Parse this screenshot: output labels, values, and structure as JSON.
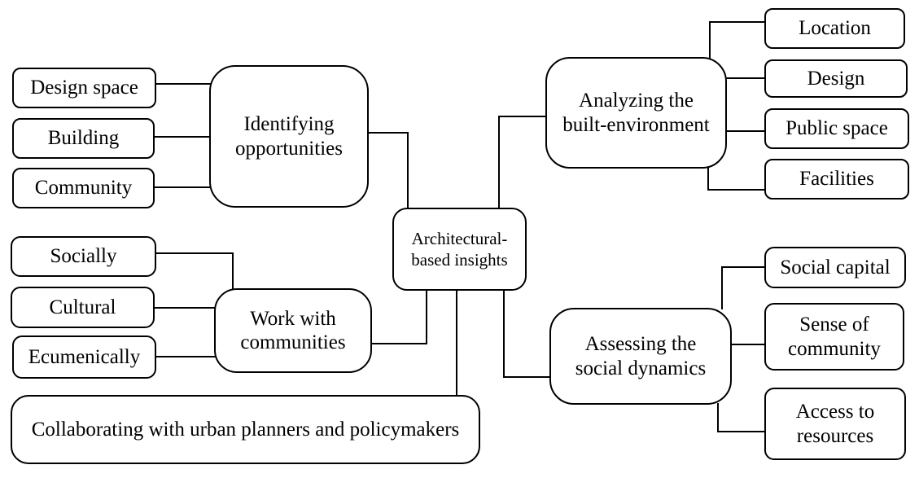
{
  "center_node": {
    "label": "Architectural-\nbased insights"
  },
  "branches": {
    "identifying": {
      "label": "Identifying\nopportunities",
      "leaves": [
        "Design space",
        "Building",
        "Community"
      ]
    },
    "work": {
      "label": "Work with\ncommunities",
      "leaves": [
        "Socially",
        "Cultural",
        "Ecumenically"
      ]
    },
    "collaborating": {
      "label": "Collaborating with urban planners and policymakers",
      "leaves": []
    },
    "analyzing": {
      "label": "Analyzing the\nbuilt-environment",
      "leaves": [
        "Location",
        "Design",
        "Public space",
        "Facilities"
      ]
    },
    "assessing": {
      "label": "Assessing the\nsocial dynamics",
      "leaves": [
        "Social capital",
        "Sense of\ncommunity",
        "Access to\nresources"
      ]
    }
  },
  "colors": {
    "line": "#000000",
    "box_border": "#000000",
    "box_fill": "#ffffff",
    "text": "#000000",
    "page_background": "#ffffff"
  }
}
